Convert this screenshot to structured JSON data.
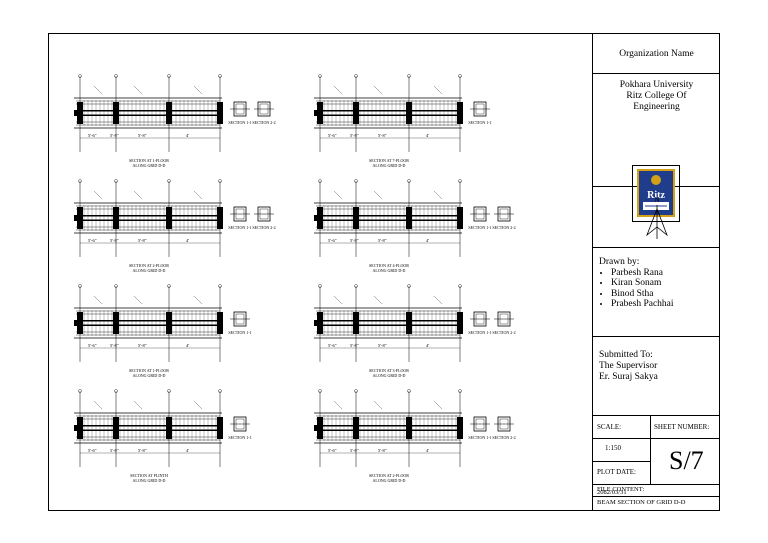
{
  "title_block": {
    "organization": "Organization Name",
    "university_lines": [
      "Pokhara University",
      "Ritz College Of",
      "Engineering"
    ],
    "logo_text": "Ritz",
    "north_label": "N",
    "drawn_by_label": "Drawn by:",
    "drawn_by": [
      "Parbesh Rana",
      "Kiran Sonam",
      "Binod Stha",
      "Prabesh Pachhai"
    ],
    "submitted_to_label": "Submitted To:",
    "submitted_to": [
      "The Supervisor",
      "Er. Suraj Sakya"
    ],
    "scale_label": "SCALE:",
    "scale_value": "1:150",
    "sheet_number_label": "SHEET NUMBER:",
    "sheet_number": "S/7",
    "plot_date_label": "PLOT DATE:",
    "plot_date": "2082/03/31",
    "file_content_label": "FILE CONTENT:",
    "file_content": "BEAM SECTION OF GRID D-D"
  },
  "sections": [
    {
      "line1": "SECTION AT 1-FLOOR",
      "line2": "ALONG GRID D-D"
    },
    {
      "line1": "SECTION AT 7-FLOOR",
      "line2": "ALONG GRID D-D"
    },
    {
      "line1": "SECTION AT 2-FLOOR",
      "line2": "ALONG GRID D-D"
    },
    {
      "line1": "SECTION AT 4-FLOOR",
      "line2": "ALONG GRID D-D"
    },
    {
      "line1": "SECTION AT 1-FLOOR",
      "line2": "ALONG GRID D-D"
    },
    {
      "line1": "SECTION AT 3-FLOOR",
      "line2": "ALONG GRID D-D"
    },
    {
      "line1": "SECTION AT PLINTH",
      "line2": "ALONG GRID D-D"
    },
    {
      "line1": "SECTION AT 2-FLOOR",
      "line2": "ALONG GRID D-D"
    }
  ],
  "span_dims": [
    "5'-6\"",
    "5'-8\"",
    "5'-8\"",
    "4'"
  ],
  "small_section_labels": [
    "SECTION 1-1",
    "SECTION 2-2"
  ]
}
